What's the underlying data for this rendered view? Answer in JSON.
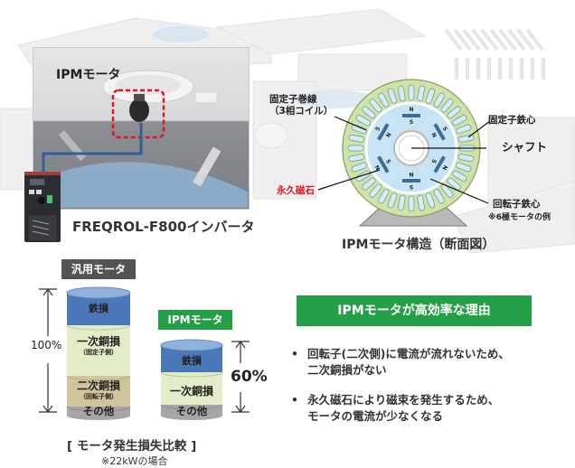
{
  "factory": {
    "ipm_motor_label": "IPMモータ",
    "inverter_label": "FREQROL-F800インバータ"
  },
  "motor_structure": {
    "title": "IPMモータ構造（断面図）",
    "callouts": {
      "stator_winding_line1": "固定子巻線",
      "stator_winding_line2": "（3相コイル）",
      "stator_core": "固定子鉄心",
      "shaft": "シャフト",
      "permanent_magnet": "永久磁石",
      "rotor_core": "回転子鉄心",
      "pole_note": "※6極モータの例"
    },
    "pole_labels": {
      "north": "N",
      "south": "S"
    },
    "colors": {
      "stator": "#cfe3a4",
      "rotor": "#c8e4f4",
      "magnet": "#3d6e96",
      "highlight_red": "#e0161b"
    }
  },
  "loss_comparison": {
    "caption": "[ モータ発生損失比較 ]",
    "note": "※22kWの場合",
    "general_motor": {
      "label": "汎用モータ",
      "total_percent": "100%",
      "segments": [
        {
          "name": "鉄損",
          "sub": "",
          "color": "#4a78b8"
        },
        {
          "name": "一次銅損",
          "sub": "（固定子側）",
          "color": "#e2ecc8"
        },
        {
          "name": "二次銅損",
          "sub": "（回転子側）",
          "color": "#d1c69b"
        },
        {
          "name": "その他",
          "sub": "",
          "color": "#a6a6a6"
        }
      ]
    },
    "ipm_motor": {
      "label": "IPMモータ",
      "total_percent": "60%",
      "segments": [
        {
          "name": "鉄損",
          "sub": "",
          "color": "#4a78b8"
        },
        {
          "name": "一次銅損",
          "sub": "",
          "color": "#e2ecc8"
        },
        {
          "name": "その他",
          "sub": "",
          "color": "#a6a6a6"
        }
      ]
    }
  },
  "reasons": {
    "heading": "IPMモータが高効率な理由",
    "bullet_glyph": "•",
    "items": [
      "回転子(二次側)に電流が流れないため、\n二次銅損がない",
      "永久磁石により磁束を発生するため、\nモータの電流が少なくなる"
    ]
  },
  "colors": {
    "green": "#23a047",
    "dark_gray": "#545454",
    "accent_blue": "#2e5e9e",
    "alert_red": "#e0161b"
  }
}
